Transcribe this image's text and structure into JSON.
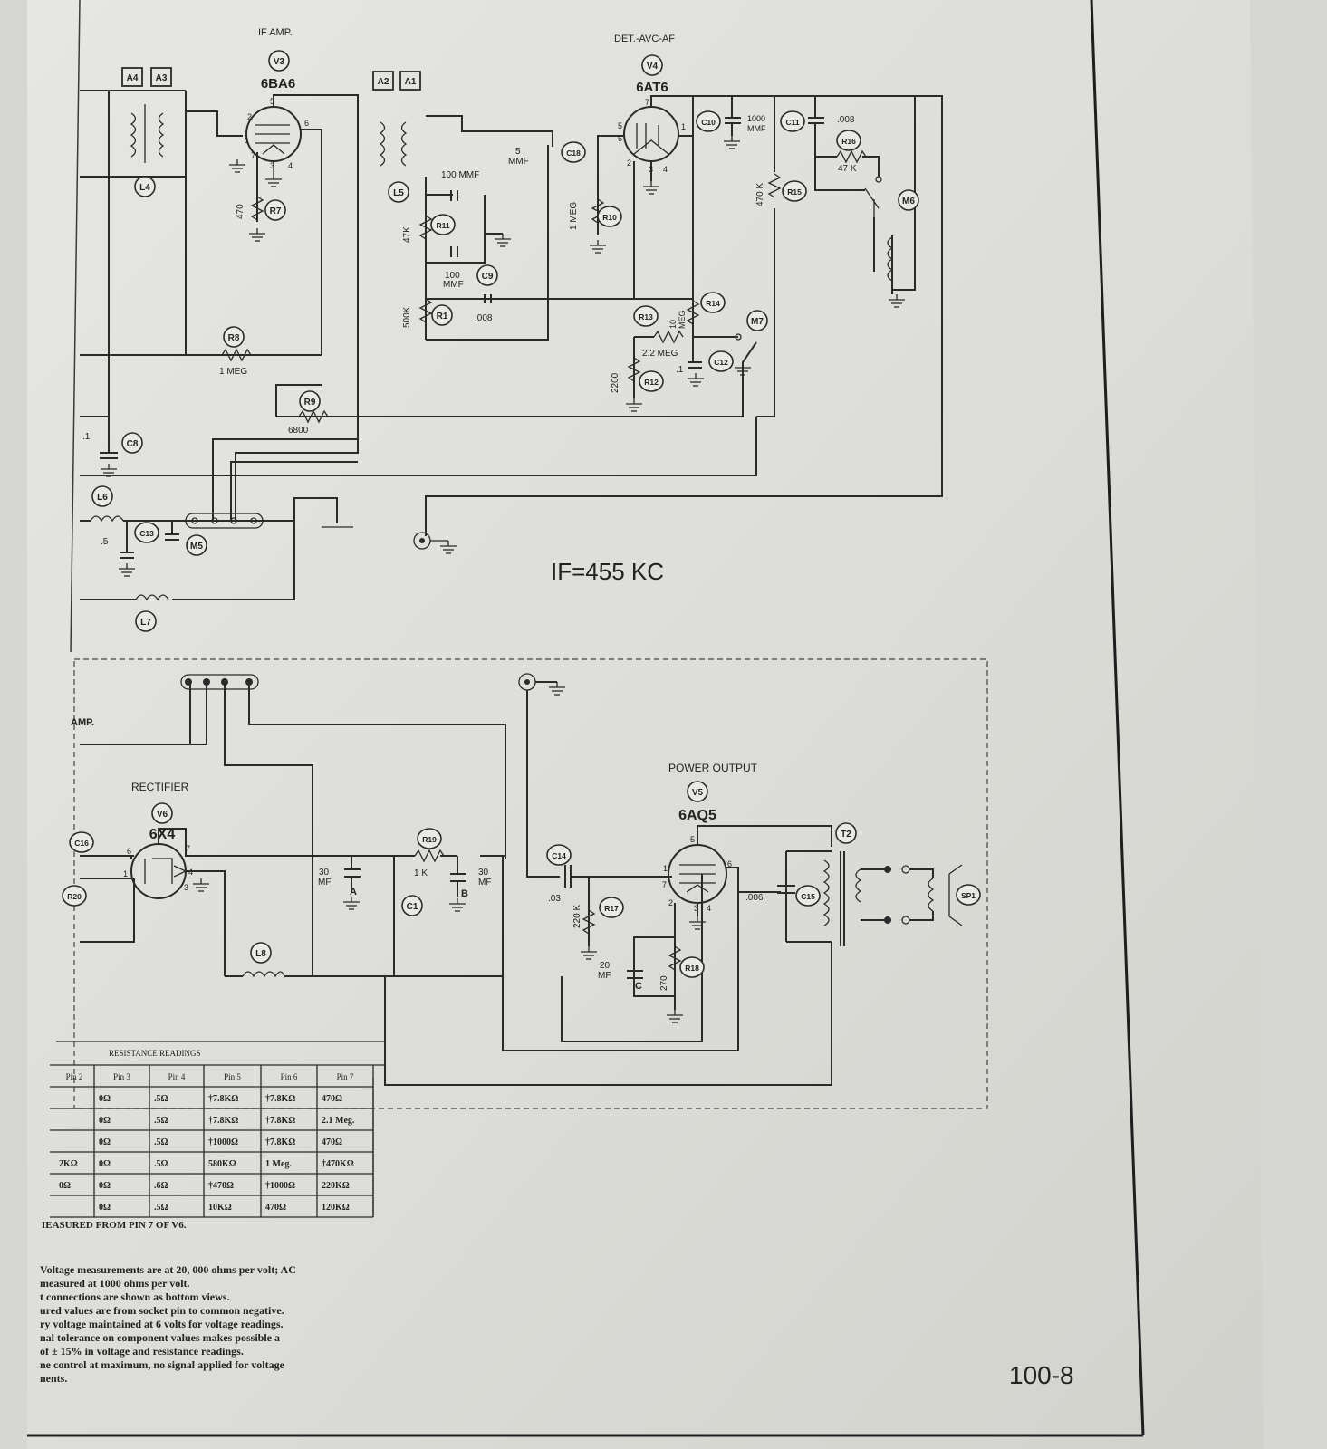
{
  "sections": {
    "if_amp": "IF AMP.",
    "det_avc_af": "DET.-AVC-AF",
    "rectifier": "RECTIFIER",
    "power_output": "POWER OUTPUT",
    "amp_fragment": "AMP."
  },
  "tubes": [
    {
      "ref": "V3",
      "type": "6BA6"
    },
    {
      "ref": "V4",
      "type": "6AT6"
    },
    {
      "ref": "V6",
      "type": "6X4"
    },
    {
      "ref": "V5",
      "type": "6AQ5"
    }
  ],
  "if_frequency": "IF=455 KC",
  "page_number": "100-8",
  "component_refs": [
    "A4",
    "A3",
    "A2",
    "A1",
    "L4",
    "L5",
    "L6",
    "L7",
    "L8",
    "R7",
    "R8",
    "R9",
    "R1",
    "R10",
    "R11",
    "R12",
    "R13",
    "R14",
    "R15",
    "R16",
    "R17",
    "R18",
    "R19",
    "R20",
    "C1",
    "C8",
    "C9",
    "C10",
    "C11",
    "C12",
    "C13",
    "C14",
    "C15",
    "C16",
    "C18",
    "M5",
    "M6",
    "M7",
    "T2",
    "SP1"
  ],
  "component_values": {
    "r7": "470",
    "r8": "1 MEG",
    "r9": "6800",
    "r11": "47K",
    "r1": "500K",
    "c9": ".008",
    "c_100mmf_a": "100 MMF",
    "c_100mmf_b_top": "100",
    "c_100mmf_b_bottom": "MMF",
    "c18": "5",
    "c18_unit": "MMF",
    "r10": "1 MEG",
    "c10_a": "1000",
    "c10_b": "MMF",
    "c11": ".008",
    "r16": "47 K",
    "r15": "470 K",
    "r14_a": "10",
    "r14_b": "MEG",
    "r13": "2.2 MEG",
    "r12": "2200",
    "c12": ".1",
    "c8": ".1",
    "c13": ".5",
    "c1a_a": "30",
    "c1a_b": "MF",
    "c1b_a": "30",
    "c1b_b": "MF",
    "c1_section_a": "A",
    "c1_section_b": "B",
    "c1_section_c": "C",
    "r19": "1 K",
    "c14": ".03",
    "r17": "220 K",
    "c1c_a": "20",
    "c1c_b": "MF",
    "r18": "270",
    "c15": ".006"
  },
  "pins": {
    "v3": [
      "2",
      "1",
      "5",
      "6",
      "7",
      "3",
      "4"
    ],
    "v4": [
      "7",
      "5",
      "6",
      "1",
      "2",
      "3",
      "4"
    ],
    "v6": [
      "6",
      "7",
      "1",
      "4",
      "3"
    ],
    "v5": [
      "5",
      "6",
      "1",
      "7",
      "2",
      "3",
      "4"
    ]
  },
  "resistance_table": {
    "title": "RESISTANCE READINGS",
    "columns": [
      "Pin 2",
      "Pin 3",
      "Pin 4",
      "Pin 5",
      "Pin 6",
      "Pin 7"
    ],
    "rows": [
      [
        "",
        "0Ω",
        ".5Ω",
        "†7.8KΩ",
        "†7.8KΩ",
        "470Ω"
      ],
      [
        "",
        "0Ω",
        ".5Ω",
        "†7.8KΩ",
        "†7.8KΩ",
        "2.1 Meg."
      ],
      [
        "",
        "0Ω",
        ".5Ω",
        "†1000Ω",
        "†7.8KΩ",
        "470Ω"
      ],
      [
        "2KΩ",
        "0Ω",
        ".5Ω",
        "580KΩ",
        "1 Meg.",
        "†470KΩ"
      ],
      [
        "0Ω",
        "0Ω",
        ".6Ω",
        "†470Ω",
        "†1000Ω",
        "220KΩ"
      ],
      [
        "",
        "0Ω",
        ".5Ω",
        "10KΩ",
        "470Ω",
        "120KΩ"
      ]
    ],
    "footnote": "IEASURED FROM PIN 7 OF V6."
  },
  "notes": [
    "Voltage measurements are at 20, 000 ohms per volt;  AC",
    " measured at 1000 ohms per volt.",
    "t connections are shown as bottom views.",
    "ured values are from socket pin to common negative.",
    "ry voltage maintained at 6 volts for voltage readings.",
    "nal  tolerance on component values makes possible a",
    " of ±  15% in voltage and resistance readings.",
    "ne control at maximum,  no signal applied for voltage",
    "nents."
  ]
}
